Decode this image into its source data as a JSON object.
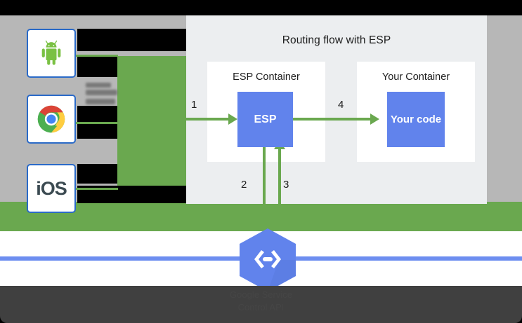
{
  "page": {
    "top_bar_color": "#000000",
    "background_color": "#b7b7b7",
    "accent_green": "#6aa84f",
    "accent_blue": "#6183ec",
    "diagram_background": "#eceef0"
  },
  "diagram": {
    "title": "Routing flow with ESP",
    "containers": [
      {
        "label": "ESP Container",
        "box_label": "ESP"
      },
      {
        "label": "Your Container",
        "box_label": "Your code"
      }
    ],
    "steps": [
      {
        "number": "1",
        "direction": "right"
      },
      {
        "number": "2",
        "direction": "down"
      },
      {
        "number": "3",
        "direction": "up"
      },
      {
        "number": "4",
        "direction": "right"
      }
    ]
  },
  "clients": [
    {
      "name": "android",
      "label": ""
    },
    {
      "name": "chrome",
      "label": ""
    },
    {
      "name": "ios",
      "label": "iOS"
    }
  ],
  "service": {
    "logo": "google-cloud-endpoints-hexagon-icon",
    "label_line1": "Google Service",
    "label_line2": "Control API"
  }
}
